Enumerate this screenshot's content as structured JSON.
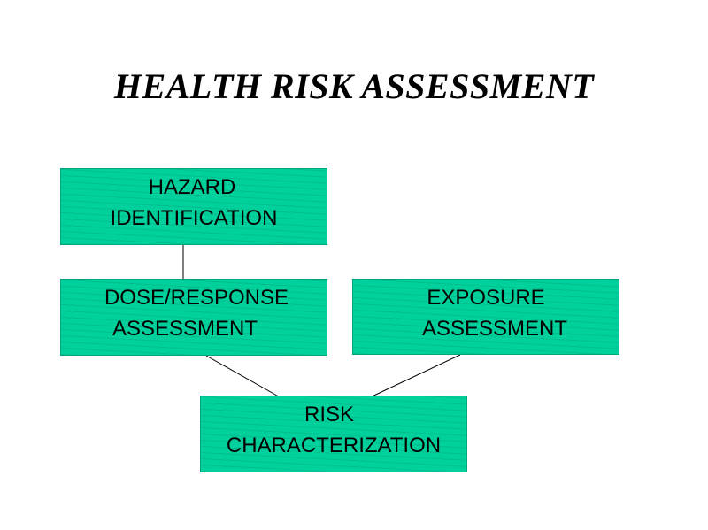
{
  "title": "HEALTH RISK ASSESSMENT",
  "colors": {
    "box_fill": "#00d19c",
    "line": "#000000",
    "background": "#ffffff"
  },
  "boxes": {
    "hazard": {
      "line1": "HAZARD",
      "line2": "IDENTIFICATION"
    },
    "dose": {
      "line1": "DOSE/RESPONSE",
      "line2": "ASSESSMENT"
    },
    "exposure": {
      "line1": "EXPOSURE",
      "line2": "ASSESSMENT"
    },
    "risk": {
      "line1": "RISK",
      "line2": "CHARACTERIZATION"
    }
  },
  "connections": [
    {
      "from": "hazard",
      "to": "dose"
    },
    {
      "from": "dose",
      "to": "risk"
    },
    {
      "from": "exposure",
      "to": "risk"
    }
  ]
}
